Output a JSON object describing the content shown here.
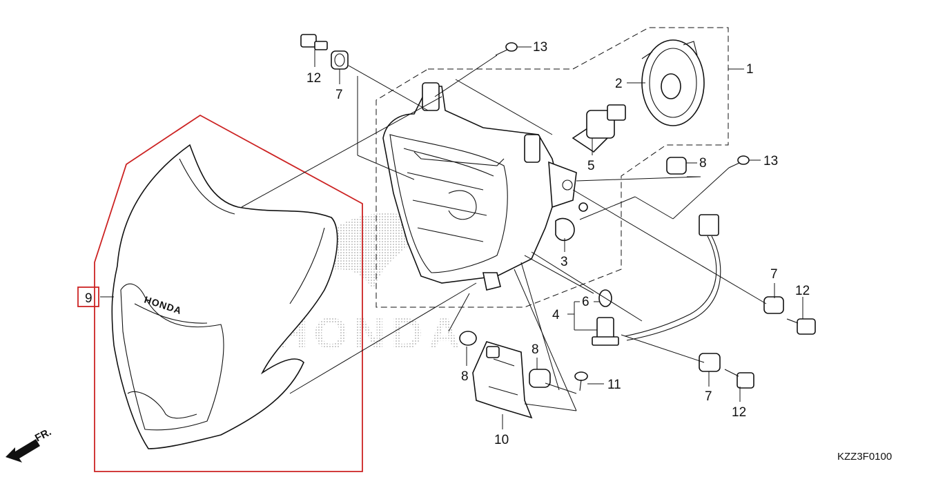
{
  "diagram": {
    "code": "KZZ3F0100",
    "front_arrow_label": "FR.",
    "brand_mark": "HONDA",
    "watermark": "HONDA",
    "highlight_color": "#cc2222",
    "labels": [
      {
        "id": "1",
        "text": "1"
      },
      {
        "id": "2",
        "text": "2"
      },
      {
        "id": "3",
        "text": "3"
      },
      {
        "id": "4",
        "text": "4"
      },
      {
        "id": "5",
        "text": "5"
      },
      {
        "id": "6",
        "text": "6"
      },
      {
        "id": "7a",
        "text": "7"
      },
      {
        "id": "7b",
        "text": "7"
      },
      {
        "id": "7c",
        "text": "7"
      },
      {
        "id": "8a",
        "text": "8"
      },
      {
        "id": "8b",
        "text": "8"
      },
      {
        "id": "8c",
        "text": "8"
      },
      {
        "id": "9",
        "text": "9"
      },
      {
        "id": "10",
        "text": "10"
      },
      {
        "id": "11",
        "text": "11"
      },
      {
        "id": "12a",
        "text": "12"
      },
      {
        "id": "12b",
        "text": "12"
      },
      {
        "id": "12c",
        "text": "12"
      },
      {
        "id": "13a",
        "text": "13"
      },
      {
        "id": "13b",
        "text": "13"
      }
    ]
  }
}
